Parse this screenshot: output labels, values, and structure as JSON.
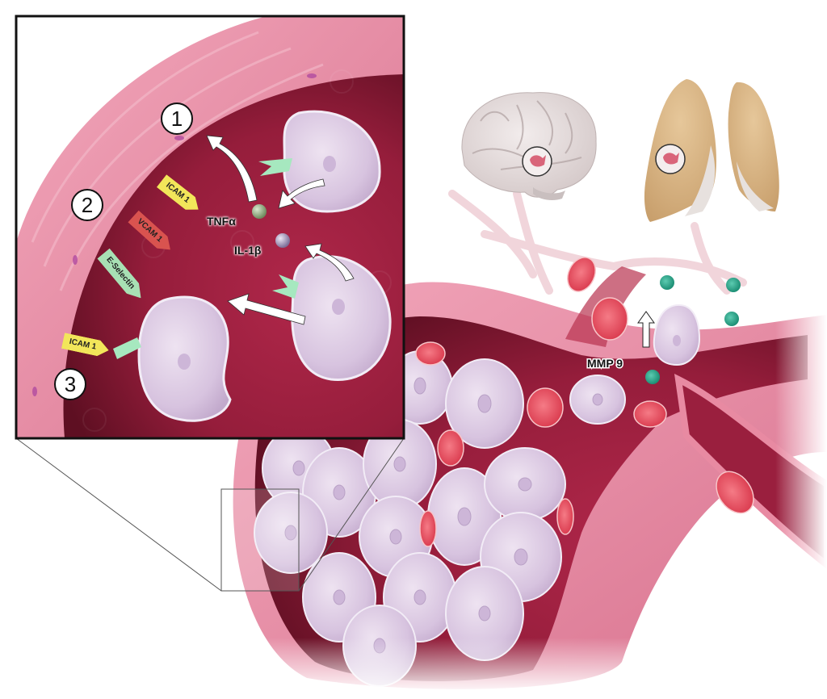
{
  "figure": {
    "description": "Medical illustration of leukocyte adhesion and transmigration in a blood vessel with metastatic sites in brain and lungs",
    "colors": {
      "vessel_wall": "#e8869f",
      "lumen": "#a01f3f",
      "lumen_dark": "#6e1228",
      "leukocyte": "#dccbe4",
      "rbc": "#e44a5c",
      "teal_particle": "#2aa38a",
      "icam_tag": "#f2e65a",
      "vcam_tag": "#d9534f",
      "eselectin_tag": "#a8e0b4",
      "receptor_green": "#a6e8bf",
      "lung": "#d8b483",
      "brain": "#e6dedd"
    }
  },
  "inset": {
    "step_markers": [
      {
        "number": "1"
      },
      {
        "number": "2"
      },
      {
        "number": "3"
      }
    ],
    "adhesion_molecules": [
      {
        "label": "ICAM 1",
        "color": "#f2e65a"
      },
      {
        "label": "VCAM 1",
        "color": "#d9534f"
      },
      {
        "label": "E-Selectin",
        "color": "#a8e0b4"
      },
      {
        "label": "ICAM 1",
        "color": "#f2e65a"
      }
    ],
    "cytokines": [
      {
        "label": "TNFα",
        "color": "#8aa57a"
      },
      {
        "label": "IL-1β",
        "color": "#9a8fb0"
      }
    ]
  },
  "main": {
    "enzyme_label": "MMP 9",
    "organs": [
      {
        "name": "brain"
      },
      {
        "name": "lungs"
      }
    ]
  }
}
